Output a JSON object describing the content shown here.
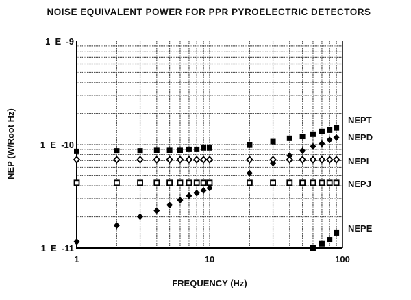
{
  "chart_data": {
    "type": "scatter",
    "title": "NOISE EQUIVALENT POWER FOR PPR PYROELECTRIC DETECTORS",
    "xlabel": "FREQUENCY  (Hz)",
    "ylabel": "NEP  (W/Root  Hz)",
    "xscale": "log",
    "yscale": "log",
    "xlim": [
      1,
      100
    ],
    "ylim": [
      1e-11,
      1e-09
    ],
    "grid": true,
    "x_tick_labels": [
      {
        "value": 1,
        "label": "1"
      },
      {
        "value": 10,
        "label": "10"
      },
      {
        "value": 100,
        "label": "100"
      }
    ],
    "y_tick_labels": [
      {
        "value": 1e-09,
        "label": "1  E  -9"
      },
      {
        "value": 1e-10,
        "label": "1  E  -10"
      },
      {
        "value": 1e-11,
        "label": "1  E  -11"
      }
    ],
    "series": [
      {
        "name": "NEPT",
        "marker": "filled-square",
        "x": [
          1,
          2,
          3,
          4,
          5,
          6,
          7,
          8,
          9,
          10,
          20,
          30,
          40,
          50,
          60,
          70,
          80,
          90
        ],
        "y": [
          8.6e-11,
          8.7e-11,
          8.7e-11,
          8.8e-11,
          8.8e-11,
          8.8e-11,
          9e-11,
          9e-11,
          9.3e-11,
          9.3e-11,
          9.9e-11,
          1.07e-10,
          1.15e-10,
          1.2e-10,
          1.26e-10,
          1.34e-10,
          1.38e-10,
          1.45e-10
        ]
      },
      {
        "name": "NEPD",
        "marker": "filled-diamond",
        "x": [
          1,
          2,
          3,
          4,
          5,
          6,
          7,
          8,
          9,
          10,
          20,
          30,
          40,
          50,
          60,
          70,
          80,
          90
        ],
        "y": [
          1.15e-11,
          1.65e-11,
          2e-11,
          2.3e-11,
          2.6e-11,
          2.9e-11,
          3.2e-11,
          3.4e-11,
          3.6e-11,
          3.8e-11,
          5.3e-11,
          6.6e-11,
          7.8e-11,
          8.7e-11,
          9.6e-11,
          1.02e-10,
          1.11e-10,
          1.17e-10
        ]
      },
      {
        "name": "NEPI",
        "marker": "open-diamond",
        "x": [
          1,
          2,
          3,
          4,
          5,
          6,
          7,
          8,
          9,
          10,
          20,
          30,
          40,
          50,
          60,
          70,
          80,
          90
        ],
        "y": [
          7.15e-11,
          7.15e-11,
          7.15e-11,
          7.15e-11,
          7.15e-11,
          7.15e-11,
          7.15e-11,
          7.15e-11,
          7.15e-11,
          7.15e-11,
          7.15e-11,
          7.15e-11,
          7.15e-11,
          7.15e-11,
          7.15e-11,
          7.15e-11,
          7.15e-11,
          7.15e-11
        ]
      },
      {
        "name": "NEPJ",
        "marker": "open-square",
        "x": [
          1,
          2,
          3,
          4,
          5,
          6,
          7,
          8,
          9,
          10,
          20,
          30,
          40,
          50,
          60,
          70,
          80,
          90
        ],
        "y": [
          4.27e-11,
          4.27e-11,
          4.27e-11,
          4.27e-11,
          4.27e-11,
          4.27e-11,
          4.27e-11,
          4.27e-11,
          4.27e-11,
          4.27e-11,
          4.27e-11,
          4.27e-11,
          4.27e-11,
          4.27e-11,
          4.27e-11,
          4.27e-11,
          4.27e-11,
          4.27e-11
        ]
      },
      {
        "name": "NEPE",
        "marker": "filled-square",
        "x": [
          60,
          70,
          80,
          90
        ],
        "y": [
          1e-11,
          1.1e-11,
          1.2e-11,
          1.4e-11
        ]
      }
    ],
    "series_labels_placement": "right-of-plot"
  }
}
